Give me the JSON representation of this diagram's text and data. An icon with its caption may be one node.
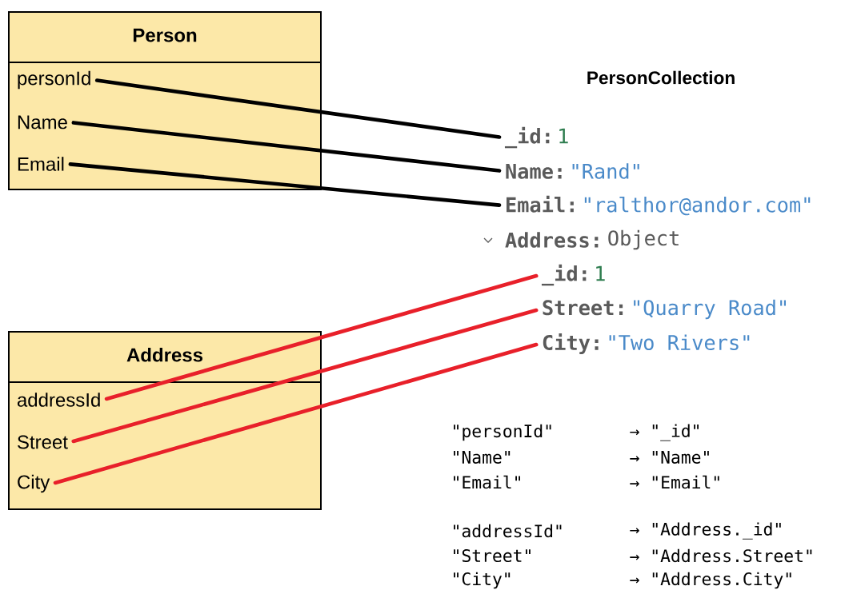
{
  "diagram": {
    "nodes": [
      {
        "text": [
          "Person"
        ]
      },
      {
        "text": [
          "personId"
        ],
        "in": 0
      },
      {
        "text": [
          "Name"
        ],
        "in": 0
      },
      {
        "text": [
          "Email"
        ],
        "in": 0
      },
      {
        "text": [
          "Address"
        ]
      },
      {
        "text": [
          "addressId"
        ],
        "in": 4
      },
      {
        "text": [
          "Street"
        ],
        "in": 4
      },
      {
        "text": [
          "City"
        ],
        "in": 4
      },
      {
        "text": [
          "_id:",
          "1"
        ]
      },
      {
        "text": [
          "Name:",
          "\"Rand\""
        ]
      },
      {
        "text": [
          "Email:",
          "\"ralthor@andor.com\""
        ]
      },
      {
        "text": [
          "_id:",
          "1"
        ]
      },
      {
        "text": [
          "Street:",
          "\"Quarry Road\""
        ]
      },
      {
        "text": [
          "City:",
          "\"Two Rivers\""
        ]
      }
    ],
    "edges": [
      {
        "from": 1,
        "to": 8,
        "arrow": "none"
      },
      {
        "from": 2,
        "to": 9,
        "arrow": "none"
      },
      {
        "from": 3,
        "to": 10,
        "arrow": "none"
      },
      {
        "from": 5,
        "to": 11,
        "arrow": "none",
        "color": "#e8202a"
      },
      {
        "from": 6,
        "to": 12,
        "arrow": "none",
        "color": "#e8202a"
      },
      {
        "from": 7,
        "to": 13,
        "arrow": "none",
        "color": "#e8202a"
      }
    ],
    "labels": [
      "PersonCollection",
      "Address:",
      "Object",
      "\"personId\"",
      "→ \"_id\"",
      "\"Name\"",
      "→ \"Name\"",
      "\"Email\"",
      "→ \"Email\"",
      "\"addressId\"",
      "→ \"Address._id\"",
      "\"Street\"",
      "→ \"Address.Street\"",
      "\"City\"",
      "→ \"Address.City\""
    ]
  }
}
